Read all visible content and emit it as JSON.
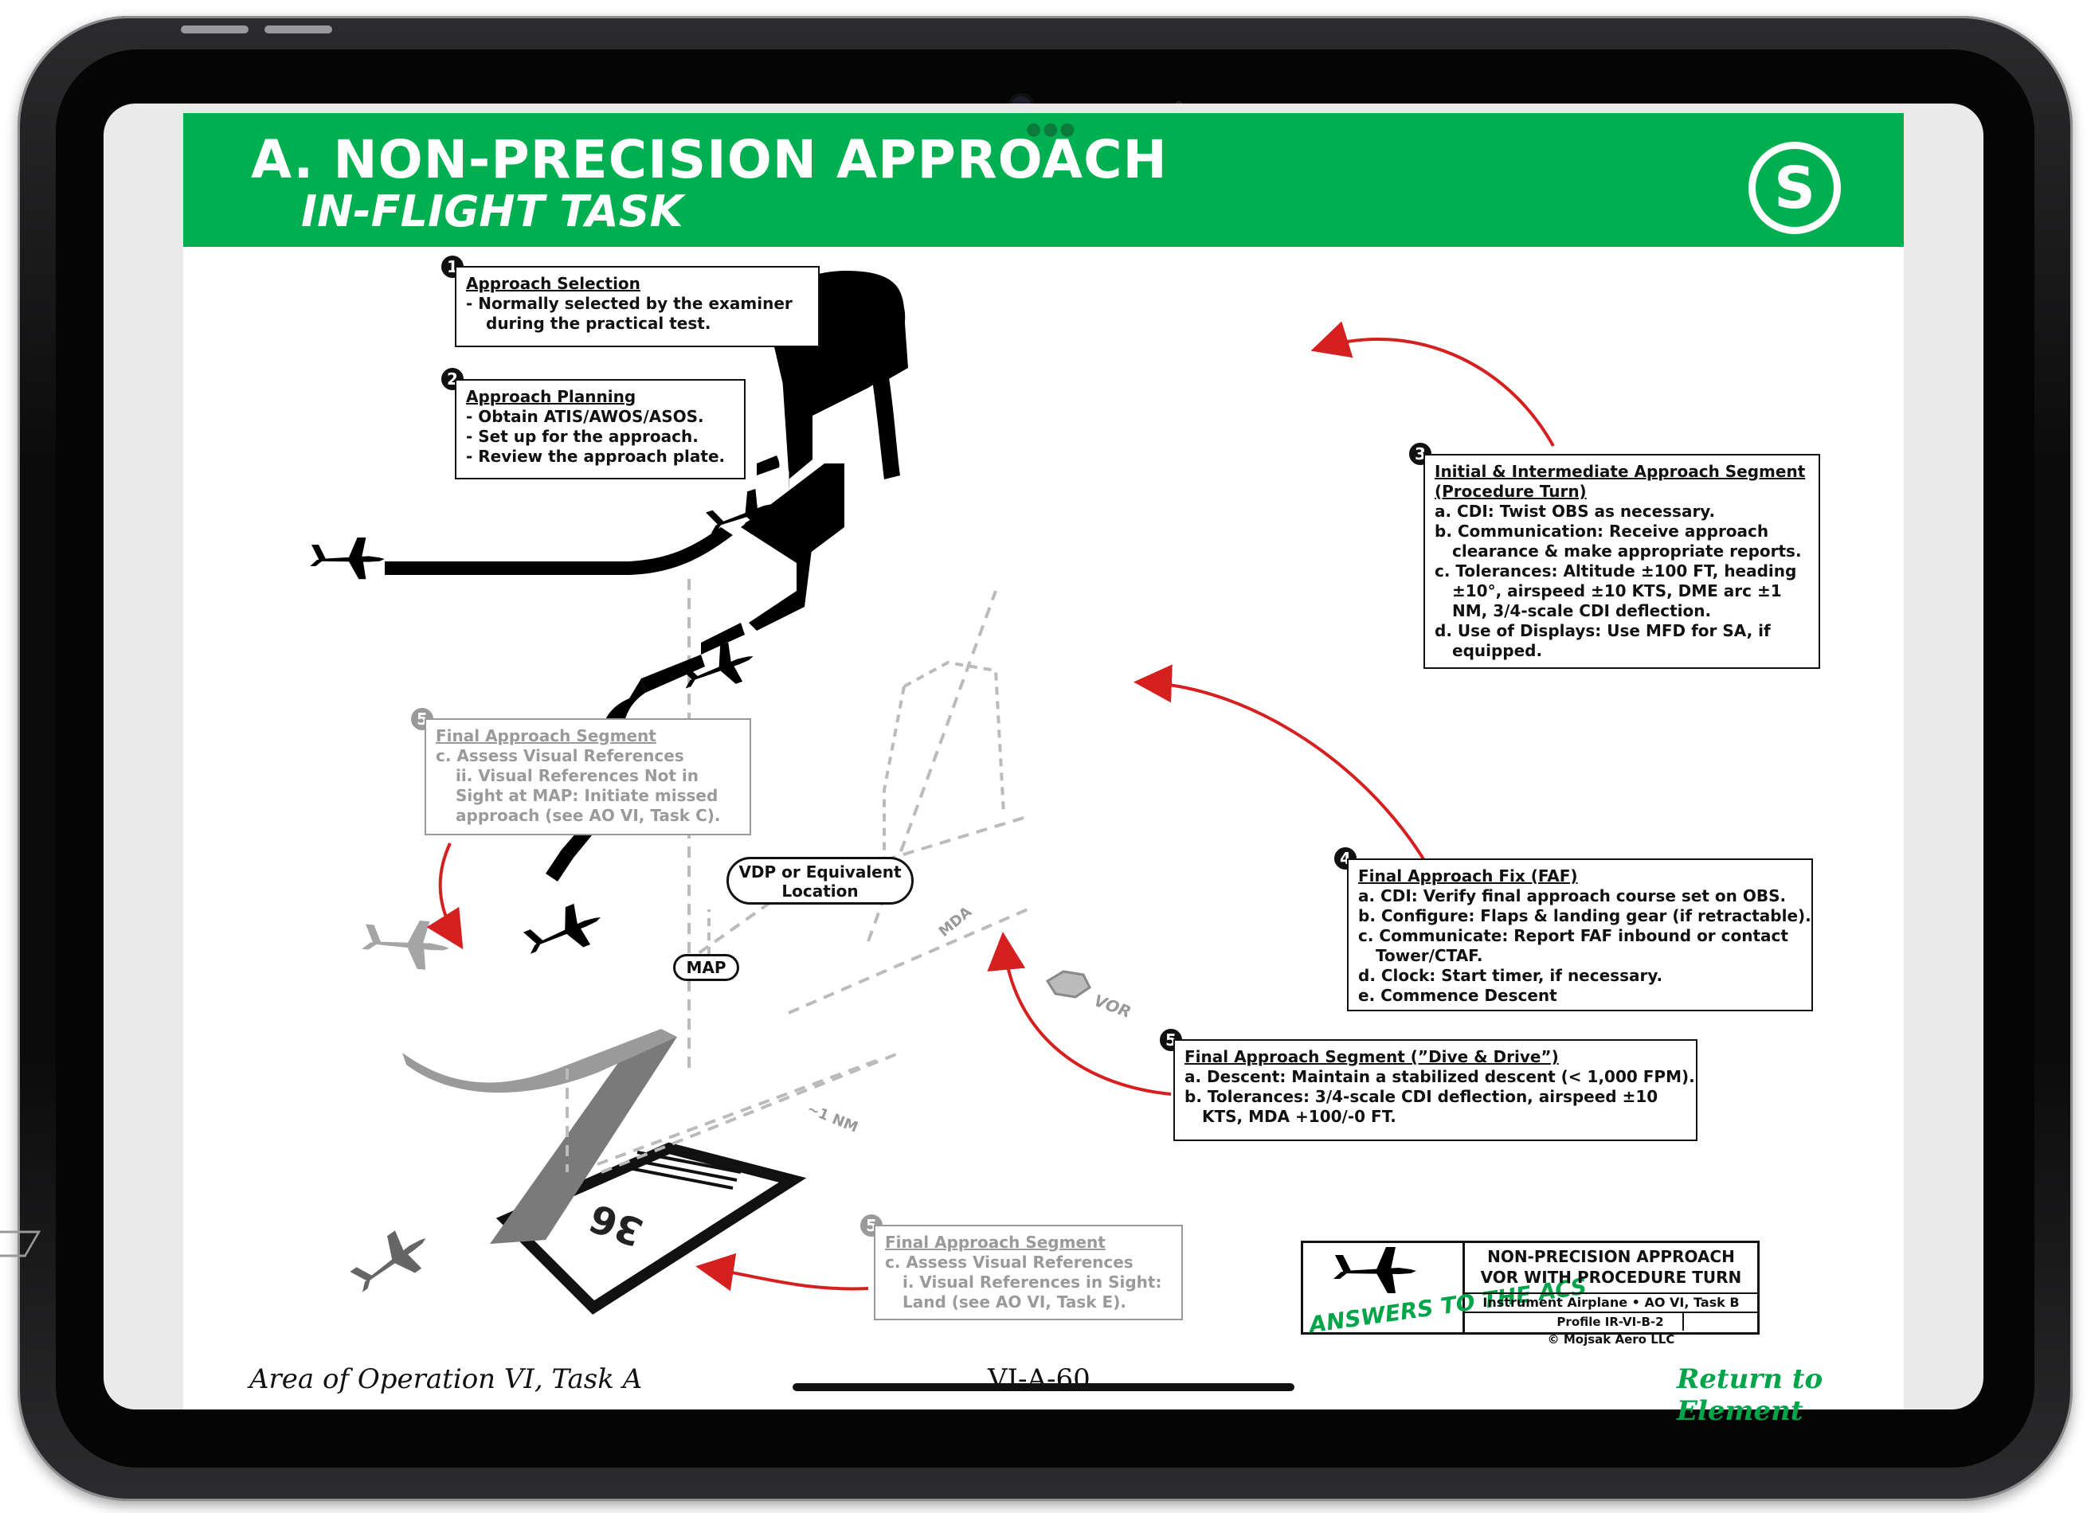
{
  "header": {
    "title": "A. NON-PRECISION APPROACH",
    "subtitle": "IN-FLIGHT TASK",
    "badge": "S"
  },
  "boxes": {
    "b1": {
      "num": "1",
      "heading": "Approach Selection",
      "lines": [
        "-   Normally selected by the examiner",
        "    during the practical test."
      ]
    },
    "b2": {
      "num": "2",
      "heading": "Approach Planning",
      "lines": [
        "-   Obtain ATIS/AWOS/ASOS.",
        "-   Set up for the approach.",
        "-   Review the approach plate."
      ]
    },
    "b3": {
      "num": "3",
      "heading": "Initial & Intermediate Approach Segment",
      "heading2": "(Procedure Turn)",
      "lines": [
        "a. CDI: Twist OBS as necessary.",
        "b. Communication: Receive approach",
        "    clearance & make appropriate reports.",
        "c. Tolerances: Altitude ±100 FT, heading",
        "    ±10°, airspeed ±10 KTS, DME arc ±1",
        "    NM, 3/4-scale CDI deflection.",
        "d. Use of Displays: Use MFD for SA, if",
        "    equipped."
      ]
    },
    "b4": {
      "num": "4",
      "heading": "Final Approach Fix (FAF)",
      "lines": [
        "a. CDI: Verify final approach course set on OBS.",
        "b. Configure: Flaps & landing gear (if retractable).",
        "c. Communicate: Report FAF inbound or contact",
        "    Tower/CTAF.",
        "d. Clock: Start timer, if necessary.",
        "e. Commence Descent"
      ]
    },
    "b5a": {
      "num": "5",
      "heading": "Final Approach Segment (”Dive & Drive”)",
      "lines": [
        "a. Descent: Maintain a stabilized descent (< 1,000 FPM).",
        "b. Tolerances: 3/4-scale CDI deflection, airspeed ±10",
        "    KTS, MDA +100/-0 FT."
      ]
    },
    "b5b": {
      "num": "5",
      "heading": "Final Approach Segment",
      "lines": [
        "c. Assess Visual References",
        "    ii. Visual References Not in",
        "        Sight at MAP: Initiate missed",
        "        approach (see AO VI, Task C)."
      ]
    },
    "b5c": {
      "num": "5",
      "heading": "Final Approach Segment",
      "lines": [
        "c. Assess Visual References",
        "    i.  Visual References in Sight:",
        "        Land (see AO VI, Task E)."
      ]
    }
  },
  "labels": {
    "vdp": "VDP or Equivalent Location",
    "map": "MAP",
    "mda": "MDA",
    "vor": "VOR",
    "nm": "~1 NM",
    "runway": "36"
  },
  "infobox": {
    "logo": "ANSWERS TO THE ACS",
    "title1": "NON-PRECISION APPROACH",
    "title2": "VOR WITH PROCEDURE TURN",
    "sub": "Instrument Airplane • AO VI, Task B",
    "profile": "Profile IR-VI-B-2",
    "copyright": "© Mojsak Aero LLC"
  },
  "footer": {
    "left": "Area of Operation VI, Task A",
    "center": "VI-A-60",
    "right": "Return to Element"
  },
  "colors": {
    "header_green": "#00b050",
    "link_green": "#00a54a",
    "arrow_red": "#d62020",
    "grey": "#9a9a9a"
  },
  "icons": [
    "camera-icon",
    "airplane-icon",
    "vor-icon",
    "step-number-icon"
  ]
}
